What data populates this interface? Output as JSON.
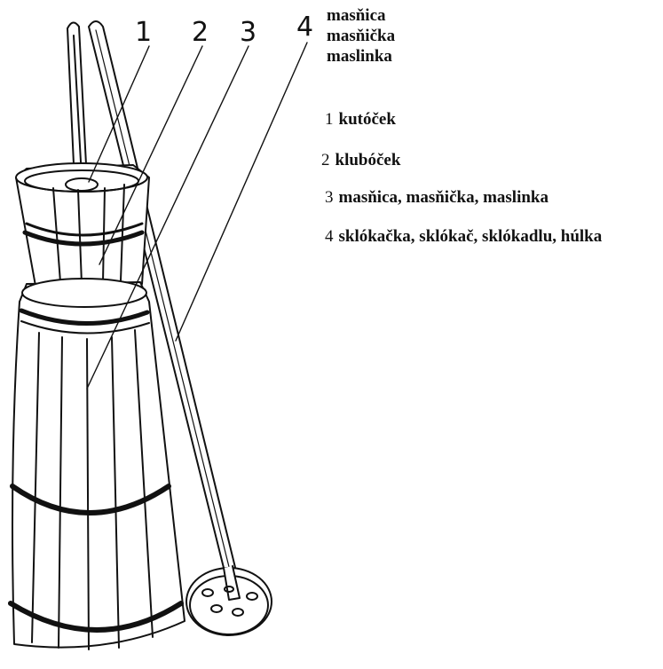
{
  "callouts": [
    "1",
    "2",
    "3",
    "4"
  ],
  "title_lines": [
    "masňica",
    "masňička",
    "maslinka"
  ],
  "legend": [
    {
      "num": "1",
      "text": "kutóček"
    },
    {
      "num": "2",
      "text": "klubóček"
    },
    {
      "num": "3",
      "text": "masňica, masňička, maslinka"
    },
    {
      "num": "4",
      "text": "sklókačka, sklókač, sklókadlu, húlka"
    }
  ]
}
